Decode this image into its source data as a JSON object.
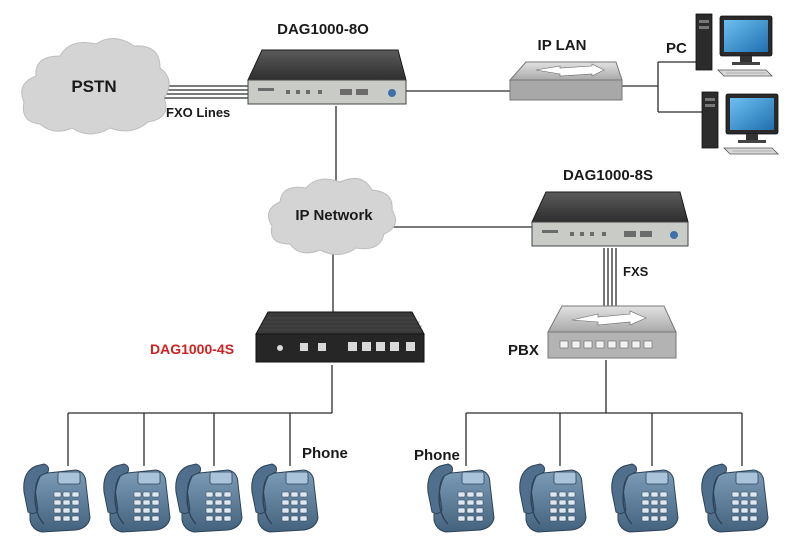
{
  "labels": {
    "pstn": "PSTN",
    "fxo_lines": "FXO Lines",
    "dag_8o": "DAG1000-8O",
    "ip_lan": "IP LAN",
    "pc": "PC",
    "ip_network": "IP Network",
    "dag_8s": "DAG1000-8S",
    "fxs": "FXS",
    "dag_4s": "DAG1000-4S",
    "pbx": "PBX",
    "phone_left": "Phone",
    "phone_right": "Phone"
  },
  "colors": {
    "cloud": "#d4d4d4",
    "device_body": "#3a3a3a",
    "device_front": "#c9ccc6",
    "switch_body": "#bcbcbc",
    "phone": "#5d7e9b",
    "monitor_screen": "#2f86c9",
    "highlight_label": "#cc2222"
  }
}
